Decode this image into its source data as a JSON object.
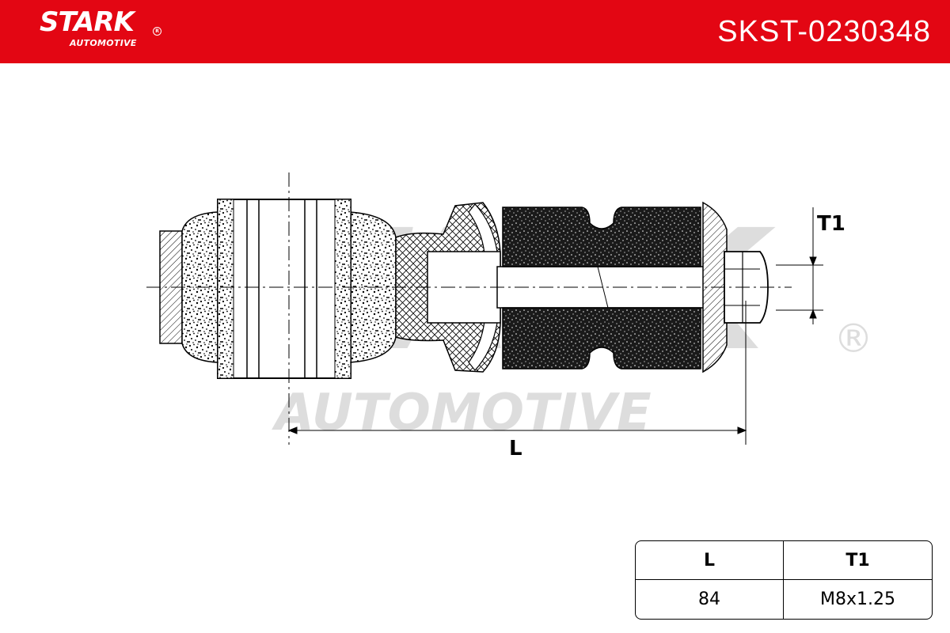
{
  "header": {
    "brand": "STARK",
    "brand_registered": "R",
    "brand_sub": "AUTOMOTIVE",
    "part_number": "SKST-0230348",
    "bg_color": "#e30613"
  },
  "watermark": {
    "brand": "STARK",
    "sub": "AUTOMOTIVE",
    "registered": "®"
  },
  "drawing": {
    "label_length": "L",
    "label_thread": "T1"
  },
  "spec_table": {
    "headers": [
      "L",
      "T1"
    ],
    "values": [
      "84",
      "M8x1.25"
    ]
  }
}
